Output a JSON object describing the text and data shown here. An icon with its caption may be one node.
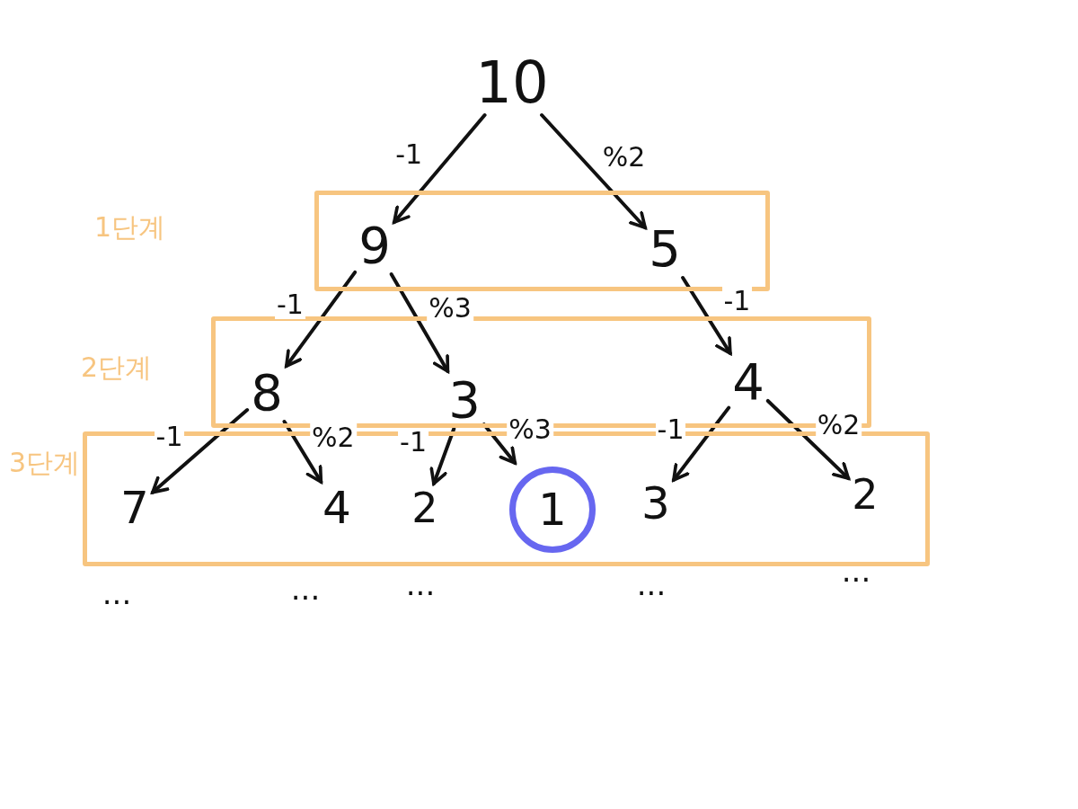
{
  "diagram": {
    "nodes": [
      {
        "text": [
          "10"
        ]
      },
      {
        "text": [],
        "shape": "box"
      },
      {
        "text": [
          "9"
        ],
        "in": 1
      },
      {
        "text": [
          "5"
        ],
        "in": 1
      },
      {
        "text": [],
        "shape": "box"
      },
      {
        "text": [
          "8"
        ],
        "in": 4
      },
      {
        "text": [
          "3"
        ],
        "in": 4
      },
      {
        "text": [
          "4"
        ],
        "in": 4
      },
      {
        "text": [],
        "shape": "box"
      },
      {
        "text": [
          "7"
        ],
        "in": 8
      },
      {
        "text": [
          "4"
        ],
        "in": 8
      },
      {
        "text": [
          "2"
        ],
        "in": 8
      },
      {
        "text": [],
        "shape": "circle",
        "in": 8
      },
      {
        "text": [
          "1"
        ],
        "in": 12
      },
      {
        "text": [
          "3"
        ],
        "in": 8
      },
      {
        "text": [
          "2"
        ],
        "in": 8
      }
    ],
    "edges": [
      {
        "from": 0,
        "to": 2,
        "arrow": "to",
        "label": "-1"
      },
      {
        "from": 0,
        "to": 3,
        "arrow": "to",
        "label": "%2"
      },
      {
        "from": 2,
        "to": 5,
        "arrow": "to",
        "label": "-1"
      },
      {
        "from": 2,
        "to": 6,
        "arrow": "to",
        "label": "%3"
      },
      {
        "from": 3,
        "to": 7,
        "arrow": "to",
        "label": "-1"
      },
      {
        "from": 5,
        "to": 9,
        "arrow": "to",
        "label": "-1"
      },
      {
        "from": 5,
        "to": 10,
        "arrow": "to",
        "label": "%2"
      },
      {
        "from": 6,
        "to": 11,
        "arrow": "to",
        "label": "-1"
      },
      {
        "from": 6,
        "to": 12,
        "arrow": "to",
        "label": "%3"
      },
      {
        "from": 7,
        "to": 14,
        "arrow": "to",
        "label": "-1"
      },
      {
        "from": 7,
        "to": 15,
        "arrow": "to",
        "label": "%2"
      }
    ],
    "labels": [
      "1단계",
      "2단계",
      "3단계",
      "...",
      "...",
      "...",
      "...",
      "..."
    ]
  }
}
